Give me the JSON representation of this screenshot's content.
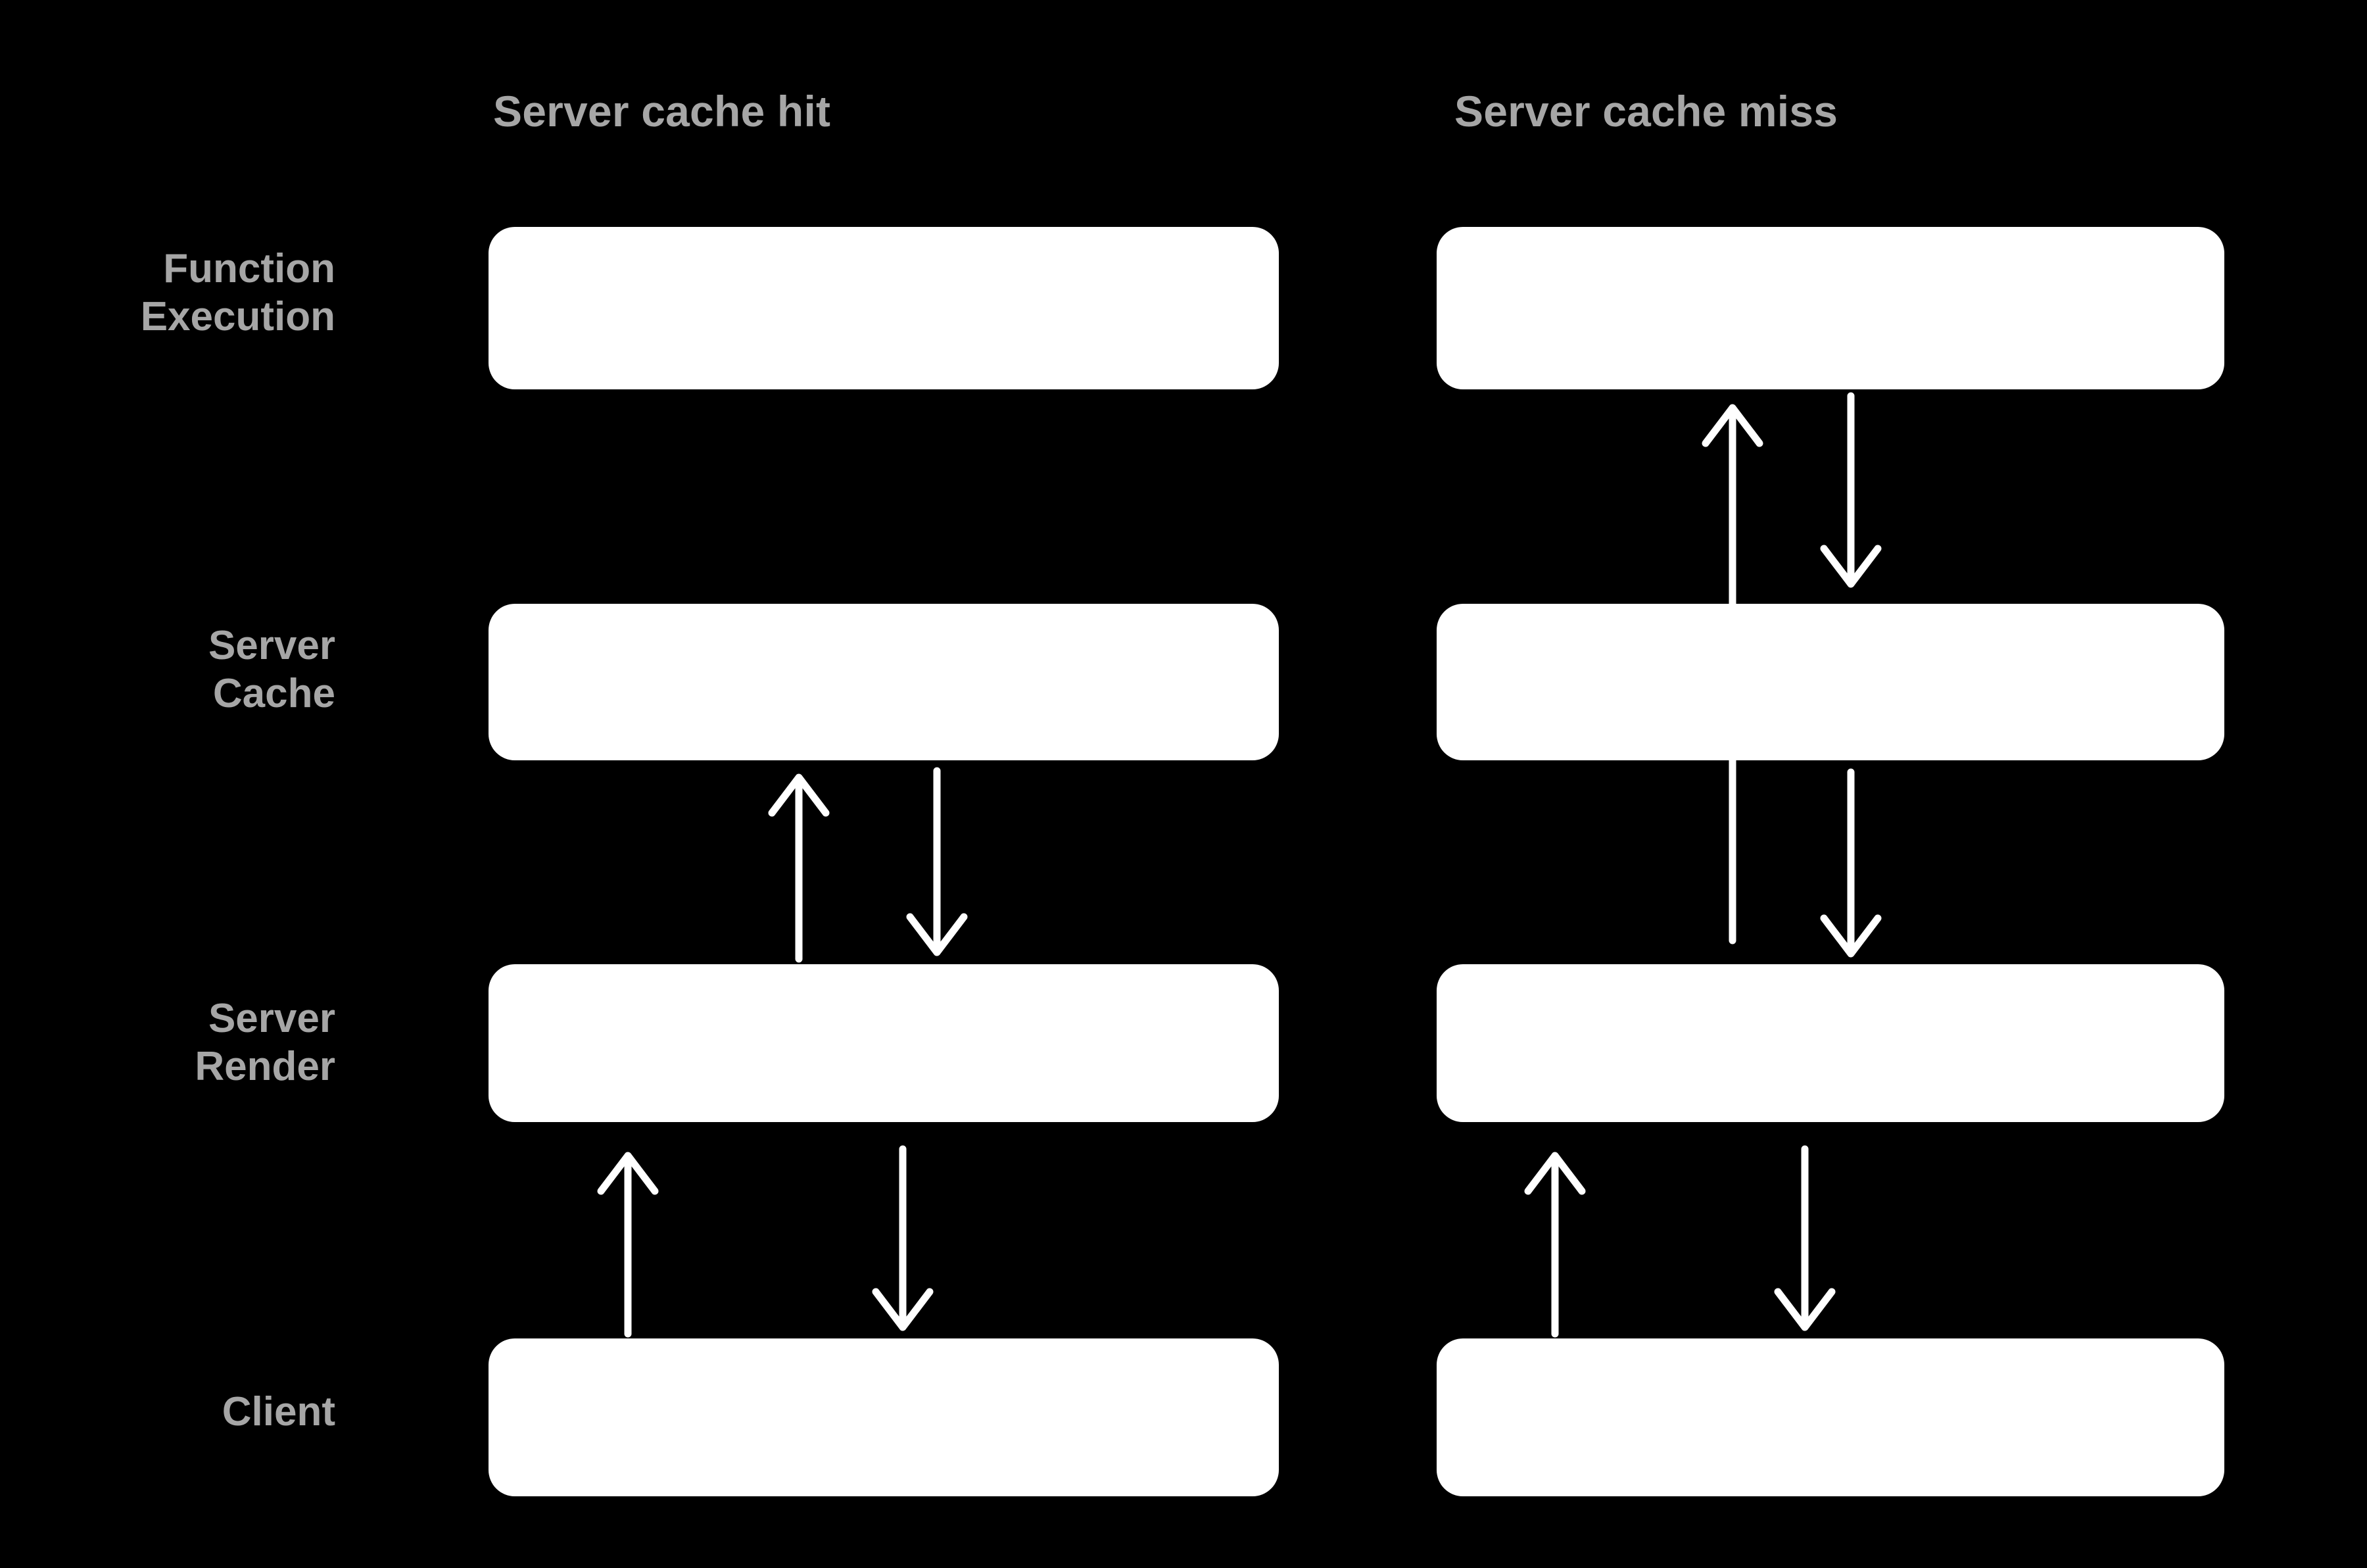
{
  "diagram": {
    "title_row_labels": [
      "Function\nExecution",
      "Server\nCache",
      "Server\nRender",
      "Client"
    ],
    "columns": [
      {
        "header": "Server cache hit"
      },
      {
        "header": "Server cache miss"
      }
    ],
    "colors": {
      "background": "#000000",
      "node_fill": "#ffffff",
      "label_text": "#a6a6a6",
      "arrow_stroke": "#ffffff"
    },
    "lanes": [
      {
        "label": "Function\nExecution"
      },
      {
        "label": "Server\nCache"
      },
      {
        "label": "Server\nRender"
      },
      {
        "label": "Client"
      }
    ],
    "nodes": [
      {
        "column": 0,
        "lane": 0,
        "name": "function-execution-hit"
      },
      {
        "column": 0,
        "lane": 1,
        "name": "server-cache-hit"
      },
      {
        "column": 0,
        "lane": 2,
        "name": "server-render-hit"
      },
      {
        "column": 0,
        "lane": 3,
        "name": "client-hit"
      },
      {
        "column": 1,
        "lane": 0,
        "name": "function-execution-miss"
      },
      {
        "column": 1,
        "lane": 1,
        "name": "server-cache-miss"
      },
      {
        "column": 1,
        "lane": 2,
        "name": "server-render-miss"
      },
      {
        "column": 1,
        "lane": 3,
        "name": "client-miss"
      }
    ],
    "arrows": [
      {
        "column": 0,
        "from": "server-render",
        "to": "server-cache",
        "direction": "up"
      },
      {
        "column": 0,
        "from": "server-cache",
        "to": "server-render",
        "direction": "down"
      },
      {
        "column": 0,
        "from": "client",
        "to": "server-render",
        "direction": "up"
      },
      {
        "column": 0,
        "from": "server-render",
        "to": "client",
        "direction": "down"
      },
      {
        "column": 1,
        "from": "server-render",
        "to": "function-execution",
        "direction": "up"
      },
      {
        "column": 1,
        "from": "function-execution",
        "to": "server-cache",
        "direction": "down"
      },
      {
        "column": 1,
        "from": "server-cache",
        "to": "server-render",
        "direction": "down"
      },
      {
        "column": 1,
        "from": "client",
        "to": "server-render",
        "direction": "up"
      },
      {
        "column": 1,
        "from": "server-render",
        "to": "client",
        "direction": "down"
      }
    ]
  }
}
